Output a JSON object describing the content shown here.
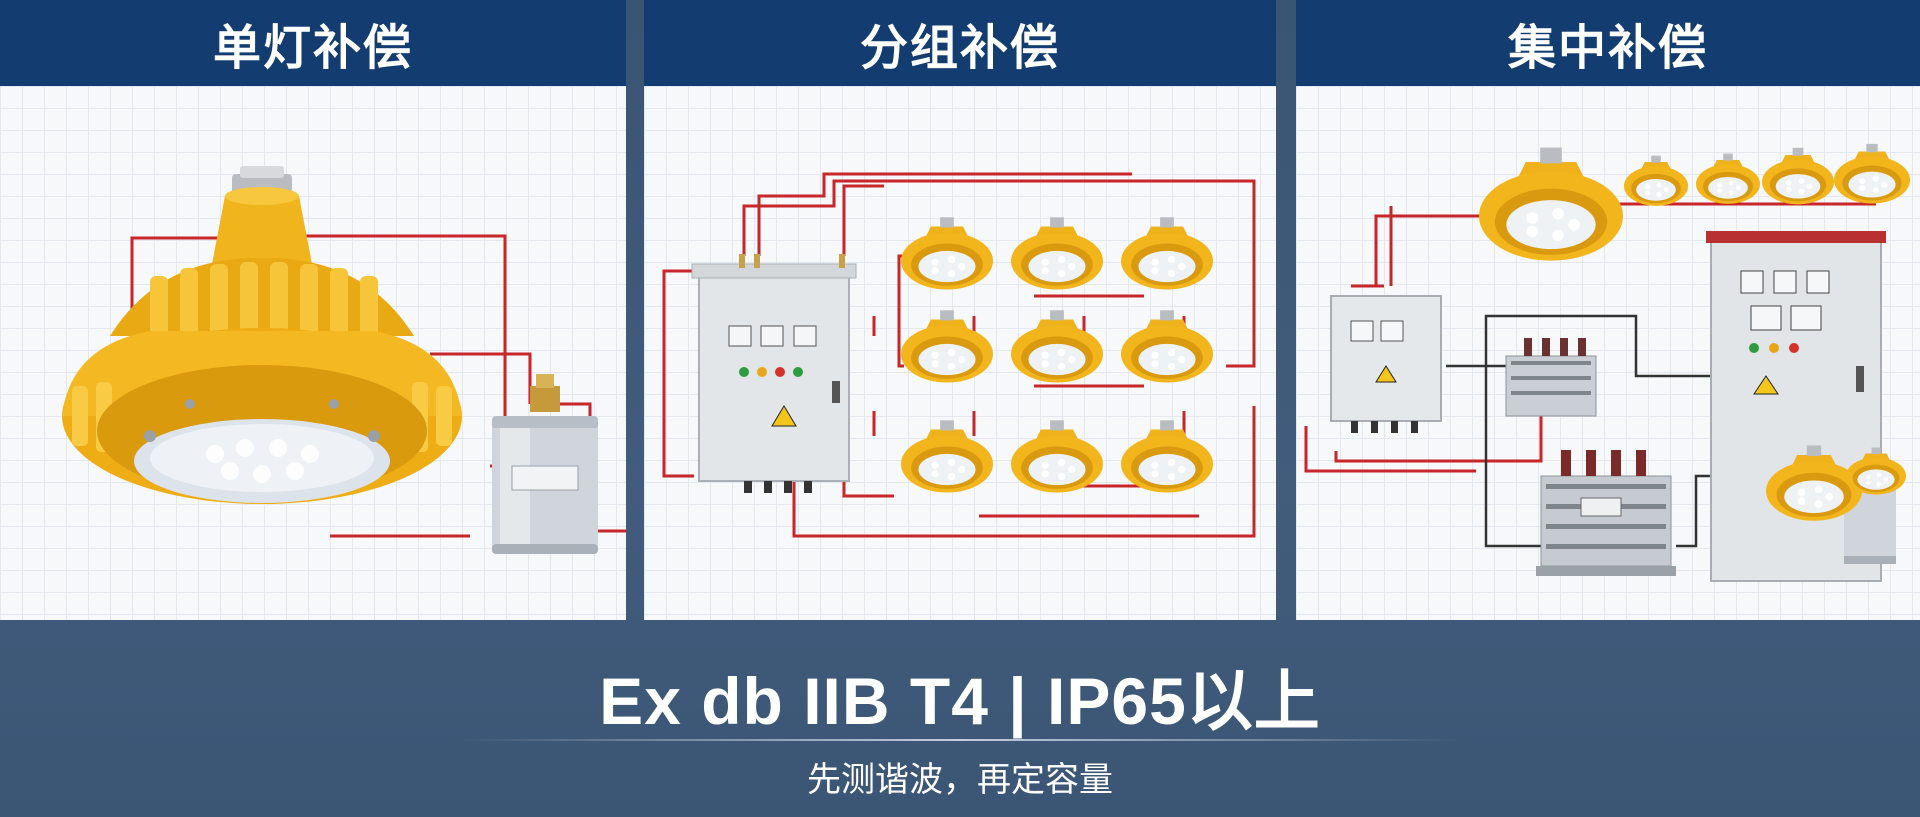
{
  "panels": [
    {
      "title": "单灯补偿"
    },
    {
      "title": "分组补偿"
    },
    {
      "title": "集中补偿"
    }
  ],
  "footer": {
    "title": "Ex db IIB T4 | IP65以上",
    "subtitle": "先测谐波，再定容量"
  },
  "colors": {
    "header_bg": "#133c70",
    "footer_bg": "#3d5675",
    "lamp_yellow": "#f3b81c",
    "wire_red": "#c8262b"
  },
  "icons": [
    "explosion-proof-lamp-icon",
    "capacitor-icon",
    "control-cabinet-icon",
    "transformer-icon",
    "warning-icon"
  ]
}
